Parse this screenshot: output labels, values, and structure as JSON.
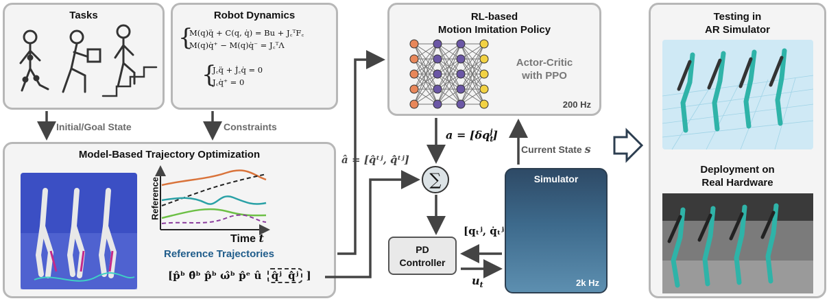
{
  "tasks": {
    "title": "Tasks"
  },
  "dynamics": {
    "title": "Robot Dynamics",
    "eq1": "M(q)q̈ + C(q, q̇) = Bu + J꜀ᵀF꜀",
    "eq2": "M(q)q̇⁺ − M(q)q̇⁻ = J꜀ᵀΛ",
    "eq3": "J꜀q̈ + J̇꜀q̇ = 0",
    "eq4": "J꜀q̇⁺ = 0"
  },
  "labels": {
    "initial_goal": "Initial/Goal State",
    "constraints": "Constraints",
    "current_state": "Current State",
    "current_state_symbol": "s",
    "action": "a = [δq",
    "action_sub": "t",
    "action_sup": "j",
    "ref_hat": "â = [q̂",
    "ref_hat_full": "â = [q̂ᵗʲ, q̂̇ᵗʲ]",
    "pd_input": "[qₜʲ, q̇ₜʲ]",
    "pd_output": "u",
    "pd_output_sub": "t"
  },
  "traj": {
    "title": "Model-Based Trajectory Optimization",
    "reference_trajectories": "Reference Trajectories",
    "ylabel": "Reference",
    "xlabel": "Time",
    "xlabel_symbol": "t",
    "vector": "[p̂ᵇ θ̂ᵇ p̂ᵇ ω̂ᵇ p̂ᵉ û",
    "vector_q": "q̂ʲ",
    "vector_qdot": "q̂̇ʲ",
    "vector_close": "]"
  },
  "rl": {
    "title_line1": "RL-based",
    "title_line2": "Motion Imitation Policy",
    "method_line1": "Actor-Critic",
    "method_line2": "with PPO",
    "rate": "200 Hz"
  },
  "pd": {
    "line1": "PD",
    "line2": "Controller"
  },
  "sigma": {
    "symbol": "∑"
  },
  "simulator": {
    "title": "Simulator",
    "rate": "2k Hz"
  },
  "testing": {
    "title_line1": "Testing in",
    "title_line2": "AR Simulator",
    "deploy_line1": "Deployment on",
    "deploy_line2": "Real Hardware"
  },
  "colors": {
    "panel_border": "#b7b7b7",
    "panel_fill": "#f4f4f4",
    "arrow": "#444444",
    "label_gray": "#6b6b6b",
    "ref_blue": "#1f5c8a",
    "robot_teal": "#2fb3a8",
    "nn_orange": "#e8875a",
    "nn_purple": "#6b57a5",
    "nn_yellow": "#f2d244",
    "curve_orange": "#d9733a",
    "curve_teal": "#2aa1a6",
    "curve_green": "#6cbf45",
    "curve_purple": "#8a3c9c"
  },
  "icons": [
    "walking-figure-icon",
    "box-carrying-figure-icon",
    "stair-climbing-figure-icon",
    "neural-network-icon",
    "robot-render-icon",
    "big-arrow-icon"
  ]
}
